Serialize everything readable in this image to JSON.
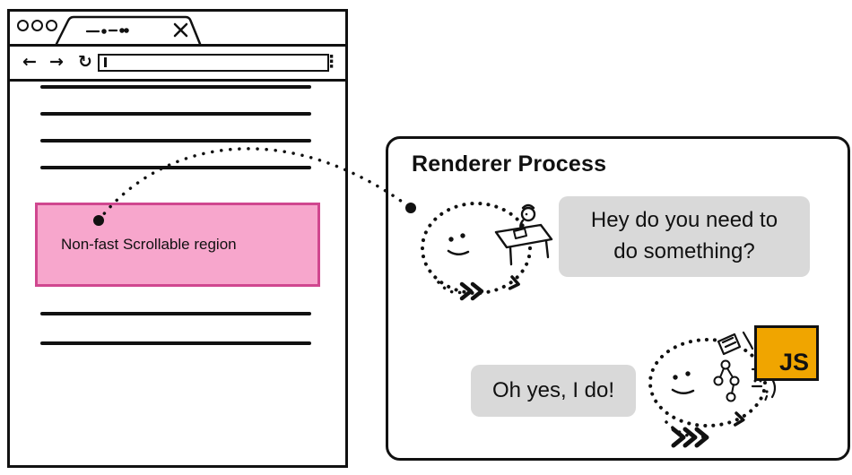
{
  "colors": {
    "ink": "#111111",
    "canvas_bg": "#ffffff",
    "region_fill": "#f7a6cc",
    "region_border": "#d0478f",
    "bubble_bg": "#d9d9d9",
    "js_badge_bg": "#f0a500"
  },
  "browser": {
    "toolbar": {
      "back_icon": "←",
      "forward_icon": "→",
      "reload_icon": "↻",
      "menu_icon": "⋮"
    },
    "scrollable_region_label": "Non-fast Scrollable region"
  },
  "renderer": {
    "title": "Renderer Process",
    "compositor_bubble": "Hey do you need to do something?",
    "main_thread_bubble": "Oh yes, I do!",
    "js_badge_label": "JS"
  }
}
